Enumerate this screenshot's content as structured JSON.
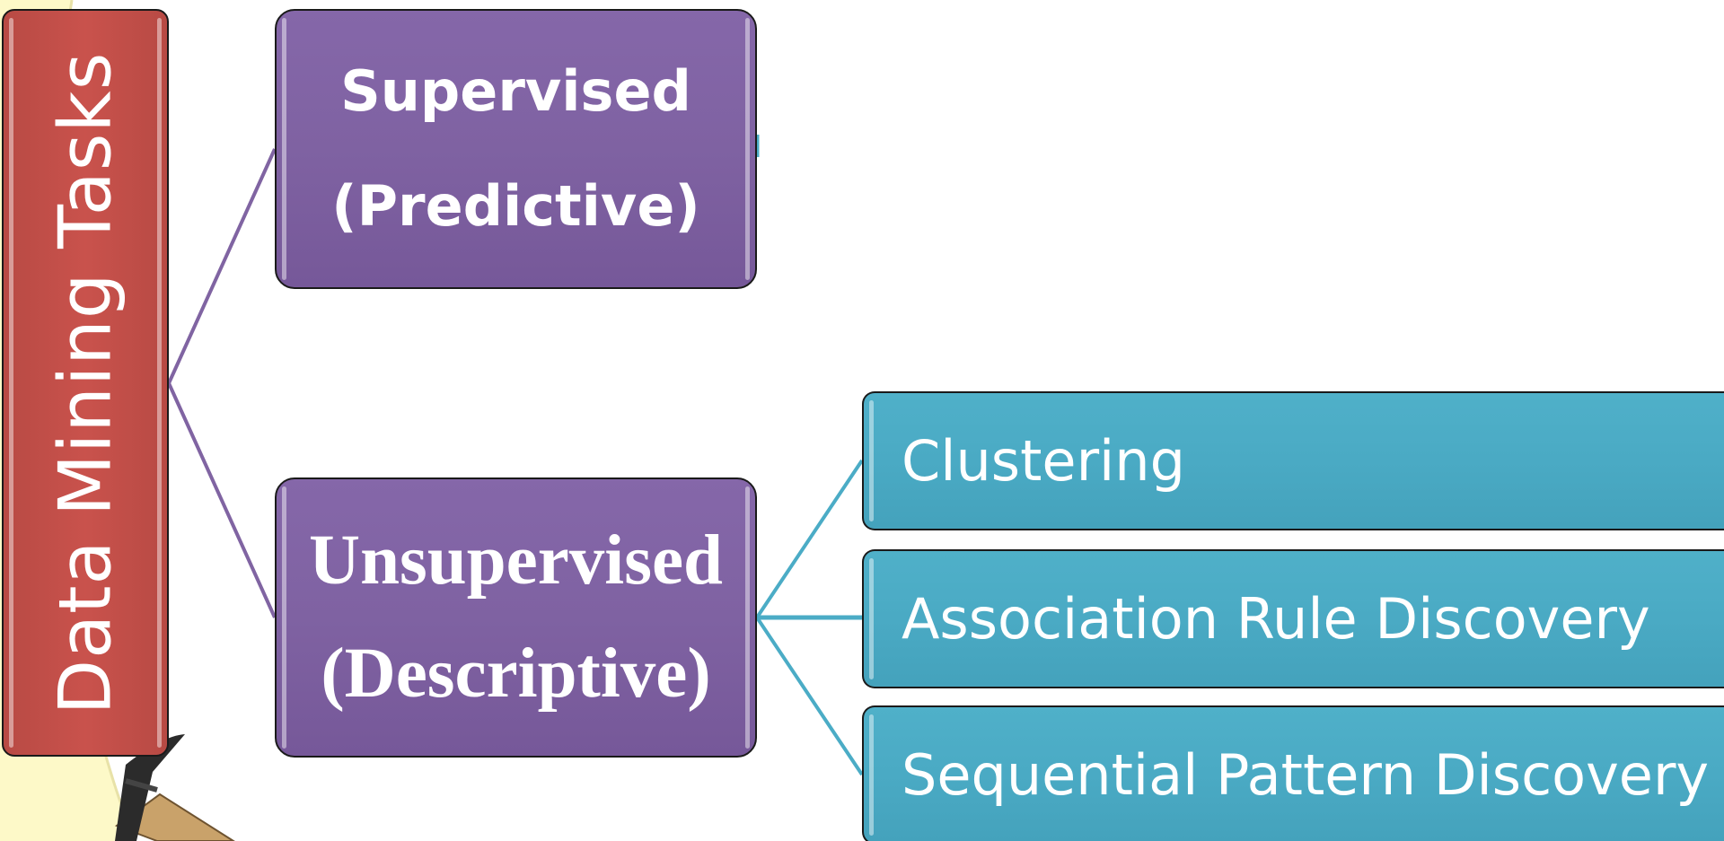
{
  "diagram": {
    "root": {
      "label": "Data Mining Tasks",
      "color": "#c0504d"
    },
    "categories": [
      {
        "line1": "Supervised",
        "line2": "(Predictive)",
        "color": "#8064a2",
        "children": []
      },
      {
        "line1": "Unsupervised",
        "line2": "(Descriptive)",
        "color": "#8064a2",
        "children": [
          "Clustering",
          "Association Rule Discovery",
          "Sequential Pattern Discovery"
        ]
      }
    ],
    "connector_colors": {
      "root_to_category": "#8064a2",
      "category_to_task": "#4bacc6"
    },
    "decoration": {
      "icon": "pickaxe-icon",
      "background": "light-yellow-circle"
    }
  }
}
